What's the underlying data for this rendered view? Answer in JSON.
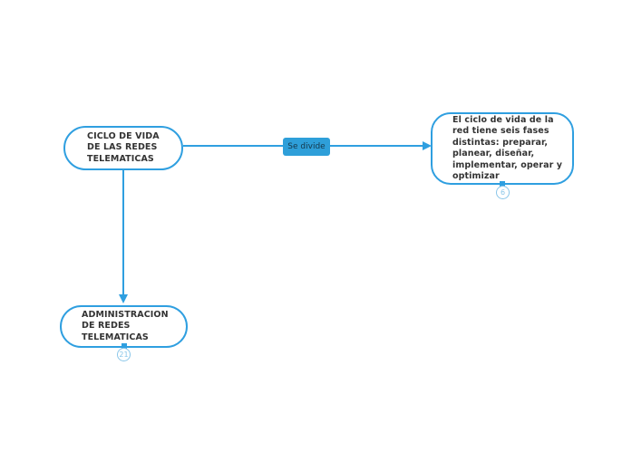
{
  "diagram": {
    "type": "mindmap",
    "nodes": {
      "ciclo": {
        "label": "CICLO DE VIDA DE LAS REDES TELEMATICAS"
      },
      "fases": {
        "label": "El ciclo de vida de la red tiene seis fases distintas: preparar, planear, diseñar, implementar, operar y optimizar",
        "badge_count": "6"
      },
      "admin": {
        "label": "ADMINISTRACION DE REDES TELEMATICAS",
        "badge_count": "21"
      }
    },
    "connectors": {
      "ciclo_to_fases": {
        "label": "Se divide",
        "direction": "right"
      },
      "ciclo_to_admin": {
        "label": "",
        "direction": "down"
      }
    },
    "colors": {
      "canvas_background": "#ffffff",
      "node_border": "#2f9fe0",
      "node_fill": "#ffffff",
      "node_text": "#333333",
      "connector_line": "#2f9fe0",
      "connector_label_background": "#2e9fd9",
      "connector_label_text": "#14374a",
      "badge": "#8ac6e9"
    }
  }
}
